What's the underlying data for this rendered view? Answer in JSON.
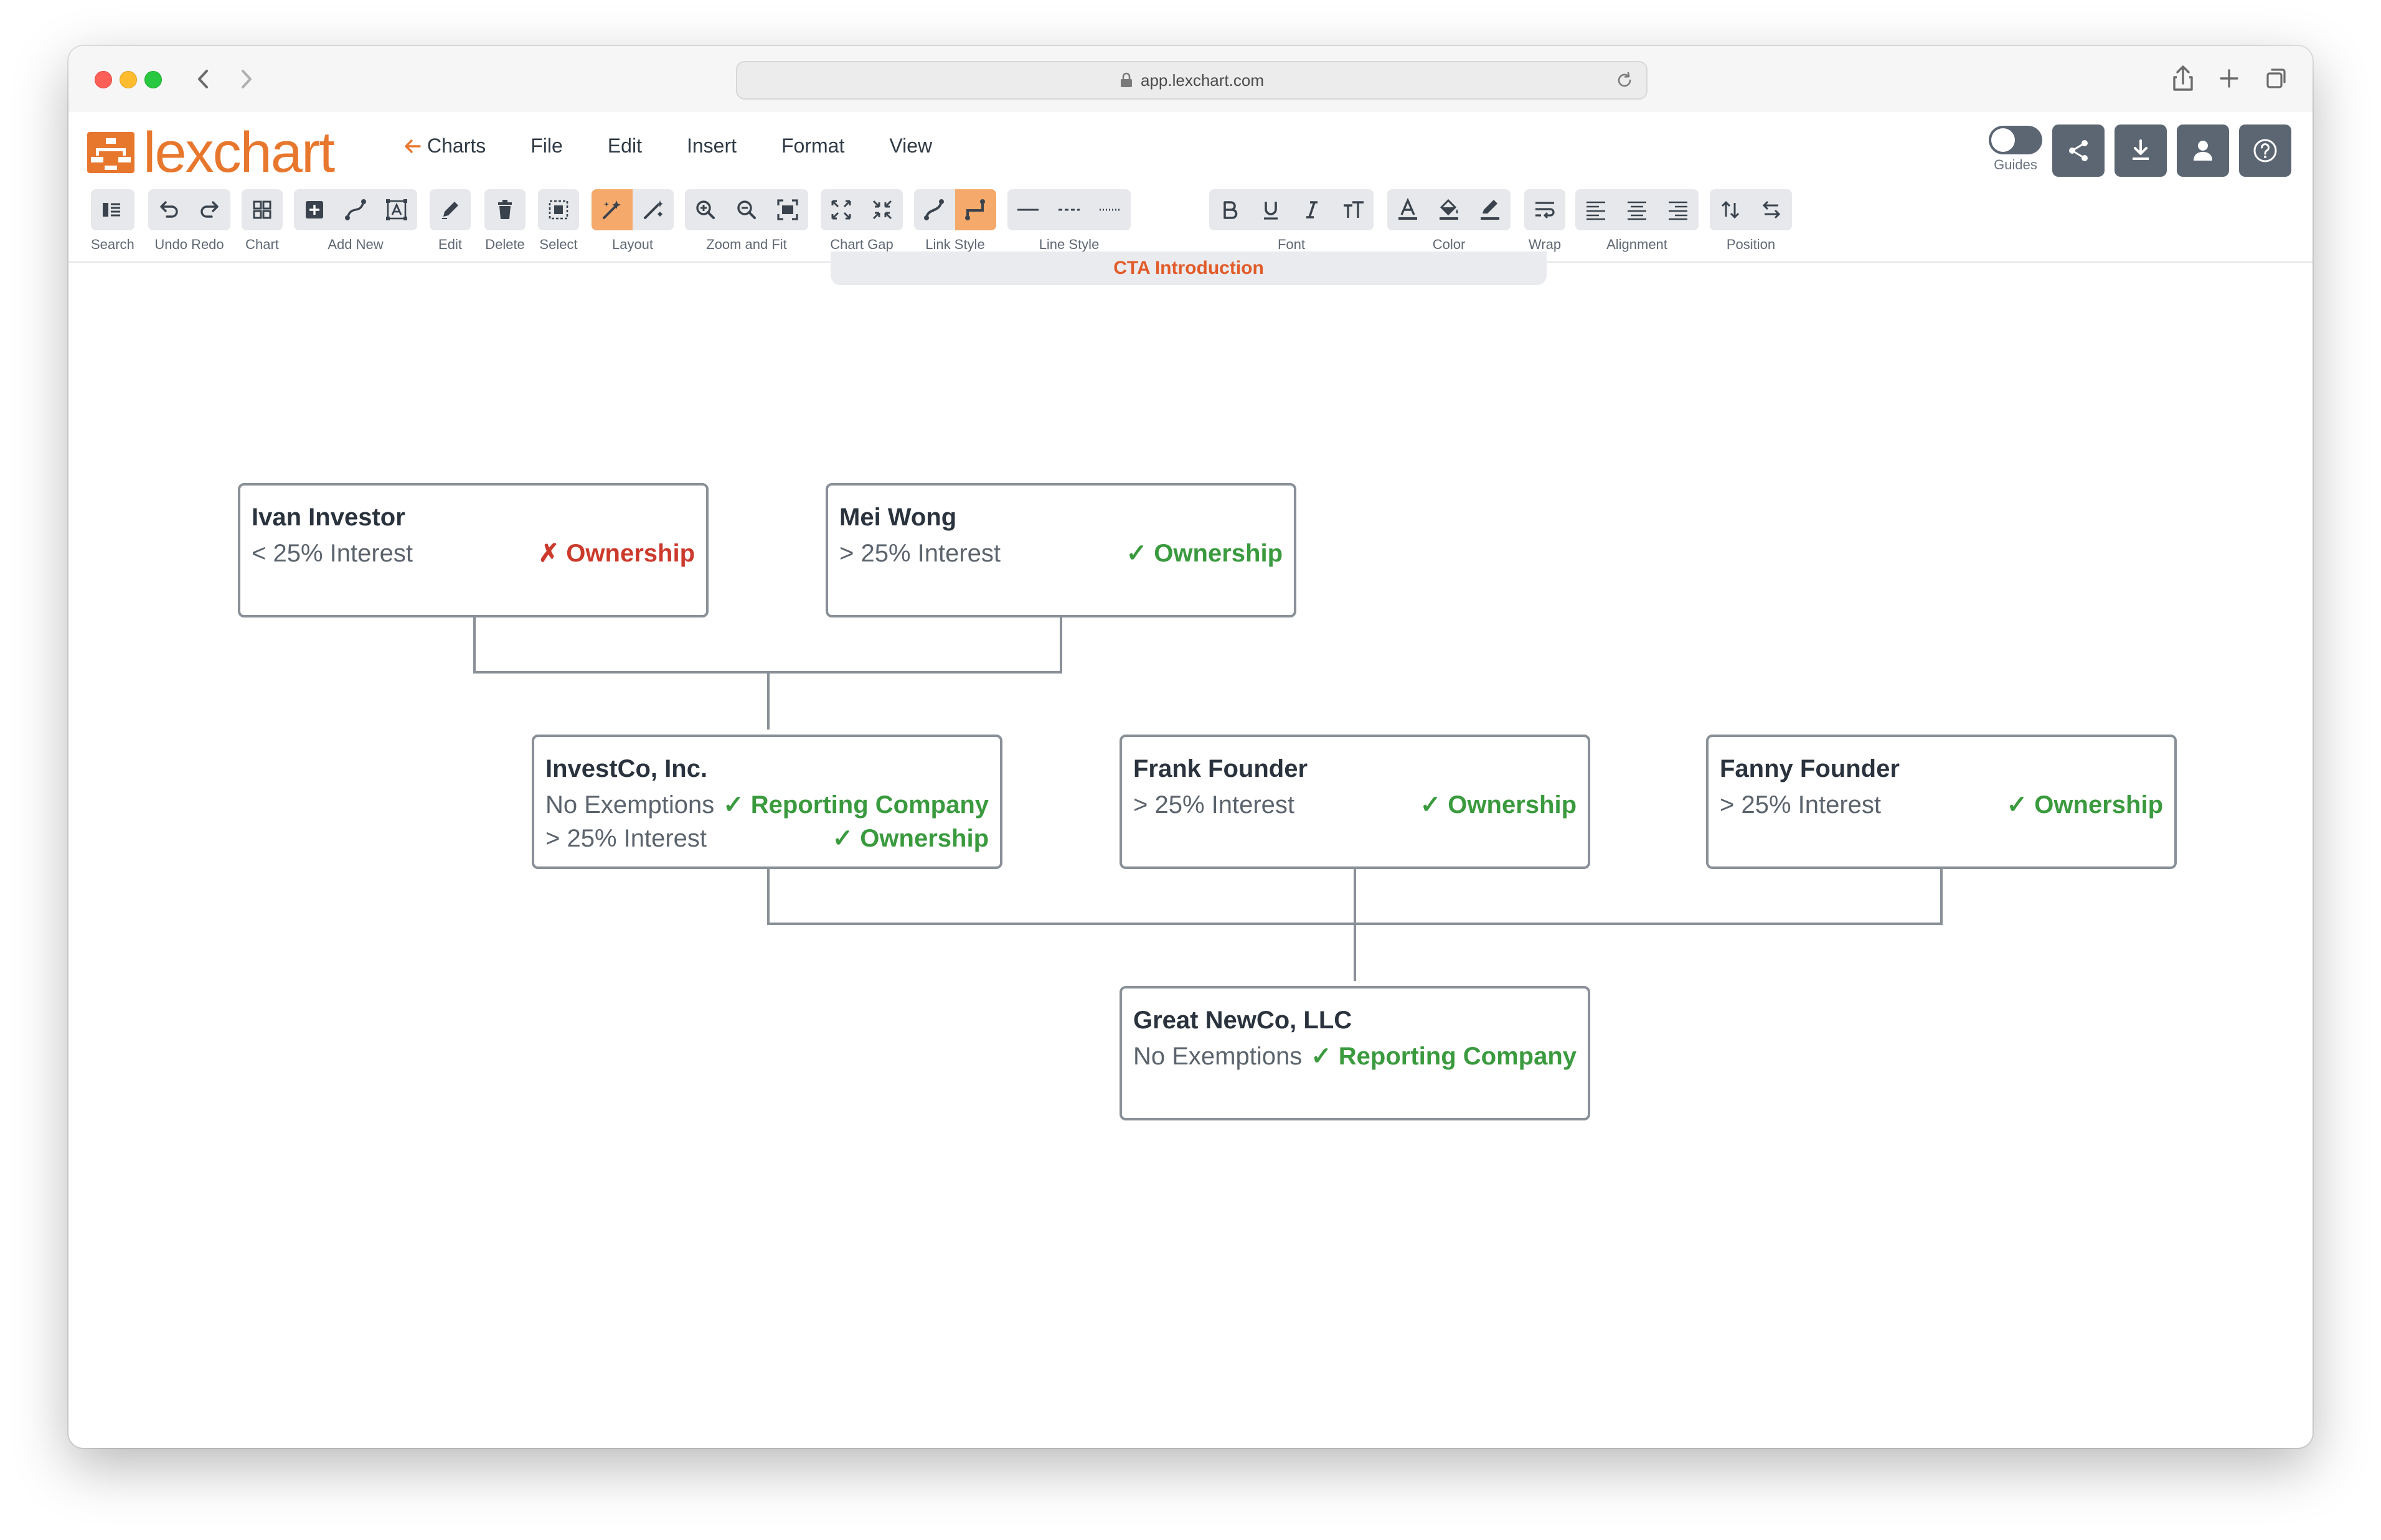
{
  "browser": {
    "url": "app.lexchart.com"
  },
  "app": {
    "logo_text": "lexchart",
    "back_label": "Charts",
    "menu": [
      "File",
      "Edit",
      "Insert",
      "Format",
      "View"
    ],
    "guides_label": "Guides",
    "chart_tab": "CTA Introduction"
  },
  "toolbar": {
    "groups": [
      {
        "label": "Search"
      },
      {
        "label": "Undo Redo"
      },
      {
        "label": "Chart"
      },
      {
        "label": "Add New"
      },
      {
        "label": "Edit"
      },
      {
        "label": "Delete"
      },
      {
        "label": "Select"
      },
      {
        "label": "Layout"
      },
      {
        "label": "Zoom and Fit"
      },
      {
        "label": "Chart Gap"
      },
      {
        "label": "Link Style"
      },
      {
        "label": "Line Style"
      },
      {
        "label": "Font"
      },
      {
        "label": "Color"
      },
      {
        "label": "Wrap"
      },
      {
        "label": "Alignment"
      },
      {
        "label": "Position"
      }
    ]
  },
  "nodes": [
    {
      "name": "Ivan Investor",
      "rows": [
        {
          "left": "< 25% Interest",
          "status": "✗ Ownership",
          "ok": false
        }
      ]
    },
    {
      "name": "Mei Wong",
      "rows": [
        {
          "left": "> 25% Interest",
          "status": "✓ Ownership",
          "ok": true
        }
      ]
    },
    {
      "name": "InvestCo, Inc.",
      "rows": [
        {
          "left": "No Exemptions",
          "status": "✓ Reporting Company",
          "ok": true
        },
        {
          "left": "> 25% Interest",
          "status": "✓ Ownership",
          "ok": true
        }
      ]
    },
    {
      "name": "Frank Founder",
      "rows": [
        {
          "left": "> 25% Interest",
          "status": "✓ Ownership",
          "ok": true
        }
      ]
    },
    {
      "name": "Fanny Founder",
      "rows": [
        {
          "left": "> 25% Interest",
          "status": "✓ Ownership",
          "ok": true
        }
      ]
    },
    {
      "name": "Great NewCo, LLC",
      "rows": [
        {
          "left": "No Exemptions",
          "status": "✓ Reporting Company",
          "ok": true
        }
      ]
    }
  ],
  "colors": {
    "brand": "#e8772e",
    "accent_active": "#f5a96a",
    "ok": "#3a9a3e",
    "fail": "#cc3a2c",
    "header_button": "#5c6673"
  }
}
